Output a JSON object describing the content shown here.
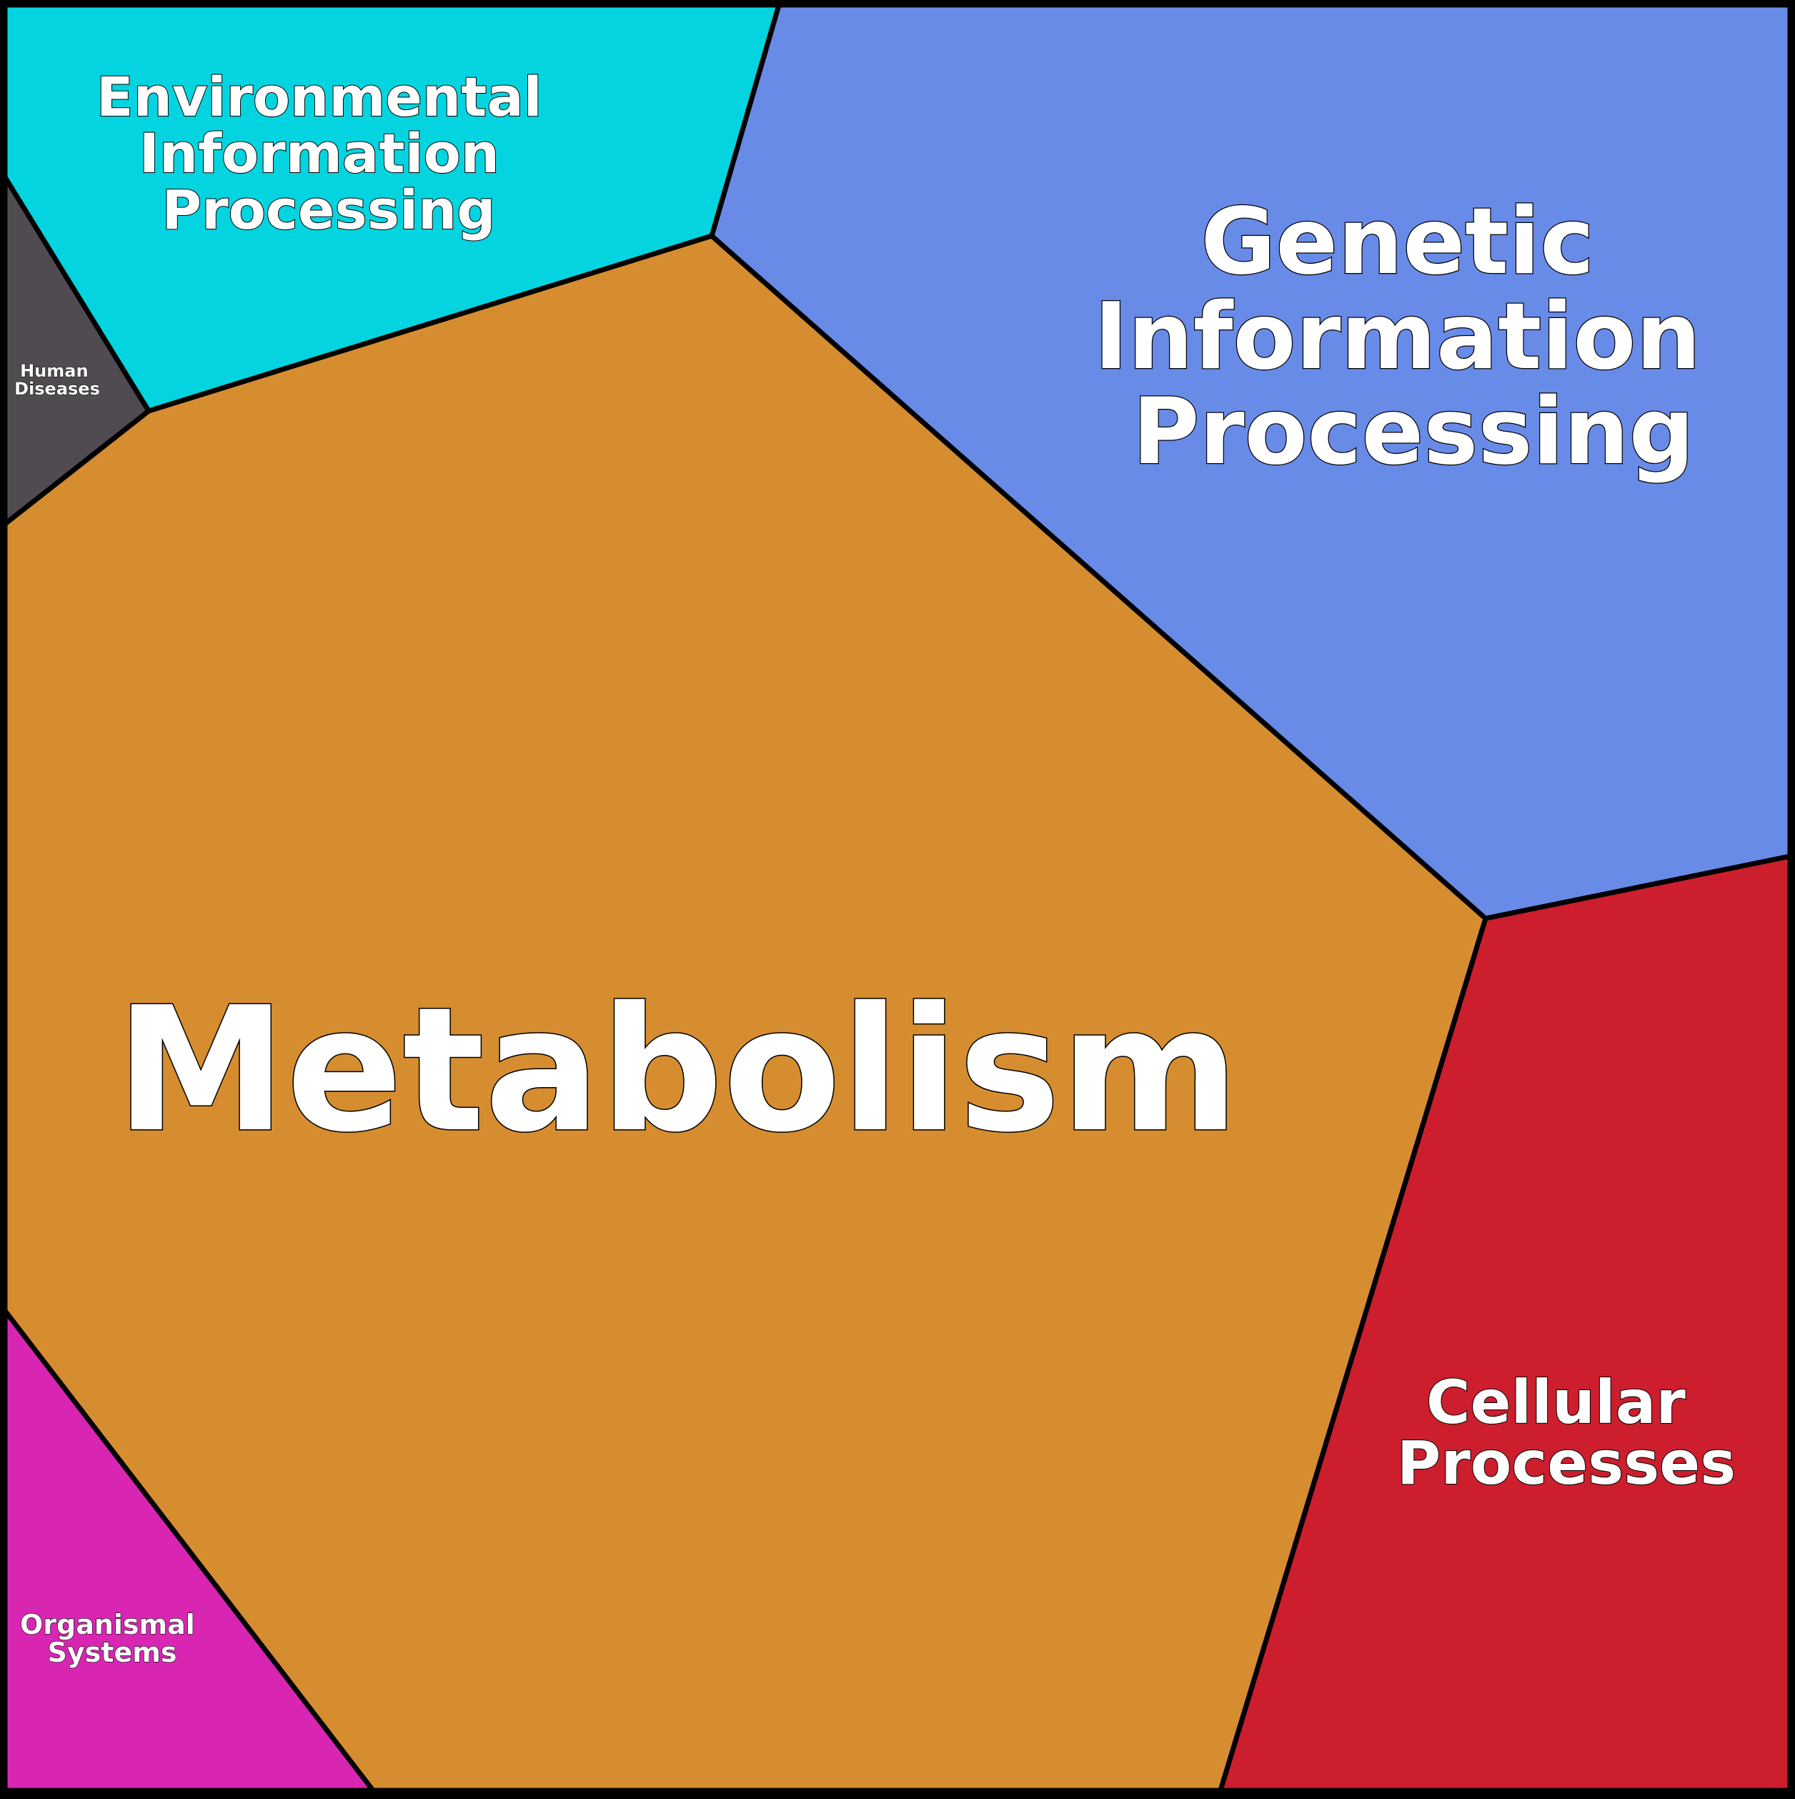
{
  "regions": {
    "metabolism": {
      "label": [
        "Metabolism"
      ],
      "color": "#D68D30"
    },
    "genetic": {
      "label": [
        "Genetic",
        "Information",
        "Processing"
      ],
      "color": "#688BE8"
    },
    "environmental": {
      "label": [
        "Environmental",
        "Information",
        "Processing"
      ],
      "color": "#03D4DF"
    },
    "cellular": {
      "label": [
        "Cellular",
        "Processes"
      ],
      "color": "#CC1E2D"
    },
    "organismal": {
      "label": [
        "Organismal",
        "Systems"
      ],
      "color": "#D826B3"
    },
    "human_diseases": {
      "label": [
        "Human",
        "Diseases"
      ],
      "color": "#504A51"
    }
  },
  "border_color": "#000000"
}
